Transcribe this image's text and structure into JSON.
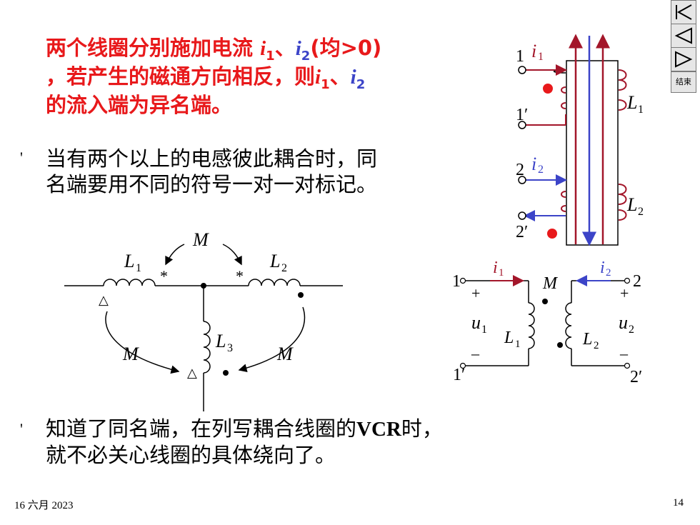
{
  "text_block1": {
    "line1_pre": "两个线圈分别施加电流 ",
    "i1": "i",
    "sub1": "1",
    "sep": "、",
    "i2": "i",
    "sub2": "2",
    "line1_post": "(均>0)",
    "line2_pre": "，若产生的磁通方向相反，则",
    "line3": "的流入端为异名端。"
  },
  "bullet1": {
    "mark": "'",
    "line1": "当有两个以上的电感彼此耦合时，同",
    "line2": "名端要用不同的符号一对一对标记。"
  },
  "bullet2": {
    "mark": "'",
    "line1_pre": "知道了同名端，在列写耦合线圈的",
    "line1_bold": "VCR",
    "line1_post": "时，",
    "line2": "就不必关心线圈的具体绕向了。"
  },
  "coil_diagram": {
    "t1": "1",
    "t1p": "1′",
    "t2": "2",
    "t2p": "2′",
    "i1": "i",
    "i1_sub": "1",
    "i2": "i",
    "i2_sub": "2",
    "L1": "L",
    "L1_sub": "1",
    "L2": "L",
    "L2_sub": "2"
  },
  "three_coil": {
    "M_top": "M",
    "M_left": "M",
    "M_right": "M",
    "L1": "L",
    "L1_sub": "1",
    "L2": "L",
    "L2_sub": "2",
    "L3": "L",
    "L3_sub": "3",
    "star": "*",
    "triangle": "△"
  },
  "symbol_circuit": {
    "t1": "1",
    "t1p": "1′",
    "t2": "2",
    "t2p": "2′",
    "i1": "i",
    "i1_sub": "1",
    "i2": "i",
    "i2_sub": "2",
    "M": "M",
    "u1": "u",
    "u1_sub": "1",
    "u2": "u",
    "u2_sub": "2",
    "L1": "L",
    "L1_sub": "1",
    "L2": "L",
    "L2_sub": "2",
    "plus": "+",
    "minus": "–"
  },
  "nav": {
    "end_label": "结束"
  },
  "footer": {
    "date": "16 六月 2023",
    "page": "14"
  },
  "colors": {
    "red": "#e8191b",
    "blue": "#3c44c8",
    "dark_red": "#a3162a",
    "black": "#000000"
  }
}
